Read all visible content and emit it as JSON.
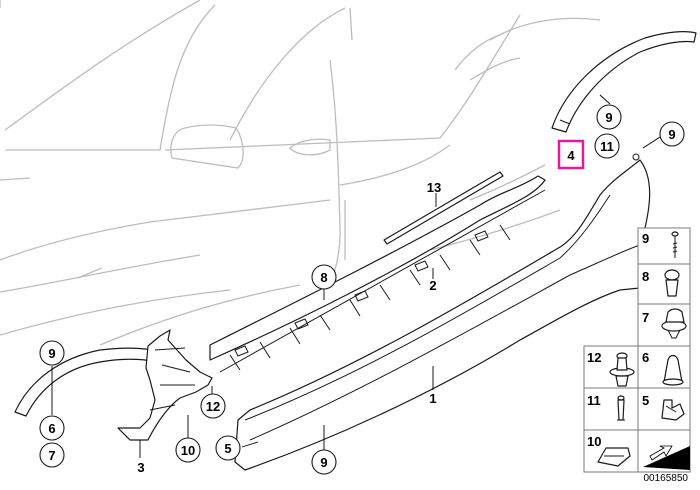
{
  "callouts": {
    "c9_top": "9",
    "c11_top": "11",
    "c4_highlight": "4",
    "c9_right": "9",
    "c13": "13",
    "c2": "2",
    "c8": "8",
    "c1": "1",
    "c9_left": "9",
    "c6_left": "6",
    "c7_left": "7",
    "c3": "3",
    "c12_mid": "12",
    "c10_mid": "10",
    "c5_mid": "5",
    "c9_bottom": "9"
  },
  "legend": {
    "items": [
      {
        "number": "9"
      },
      {
        "number": "8"
      },
      {
        "number": "7"
      },
      {
        "number": "12"
      },
      {
        "number": "6"
      },
      {
        "number": "11"
      },
      {
        "number": "5"
      },
      {
        "number": "10"
      }
    ]
  },
  "diagram_id": "00165850",
  "colors": {
    "highlight": "#e6199b",
    "car_outline": "#bdbdbd",
    "part_outline": "#1a1a1a"
  }
}
